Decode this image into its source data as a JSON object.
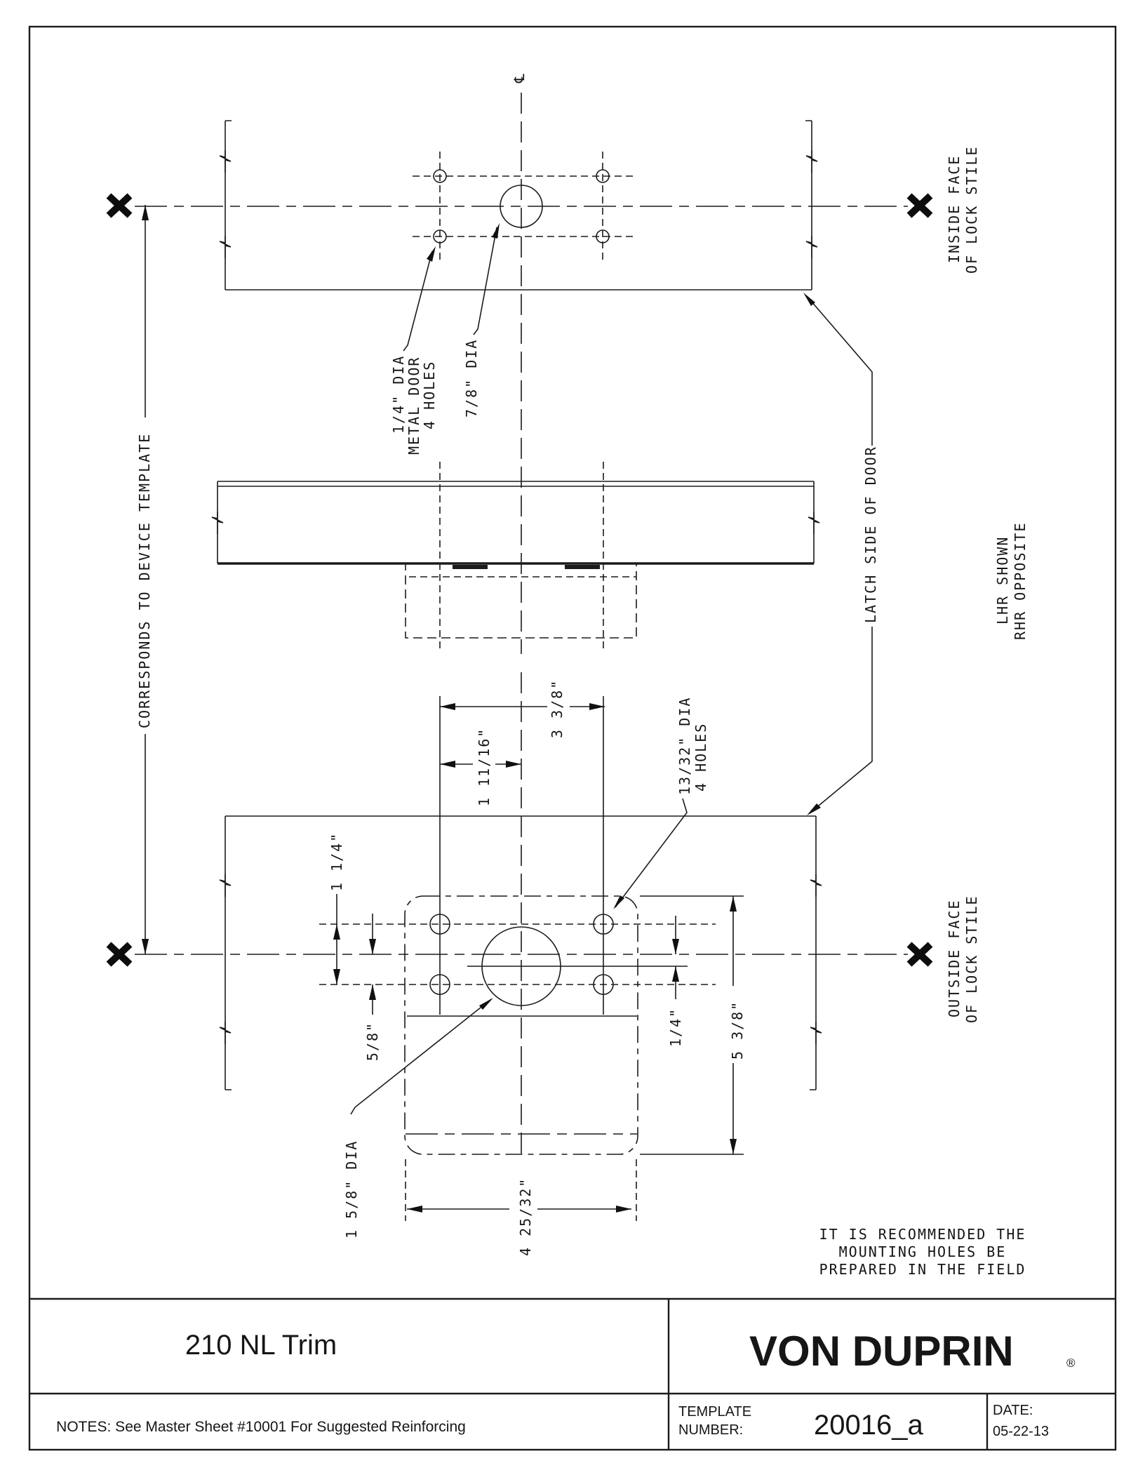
{
  "drawing": {
    "cl_symbol": "℄",
    "labels": {
      "corresponds": "CORRESPONDS TO DEVICE TEMPLATE",
      "quarter_dia_line1": "1/4\" DIA",
      "quarter_dia_line2": "METAL DOOR",
      "quarter_dia_line3": "4 HOLES",
      "seven_eighths_dia": "7/8\" DIA",
      "inside_face_line1": "INSIDE FACE",
      "inside_face_line2": "OF LOCK STILE",
      "outside_face_line1": "OUTSIDE FACE",
      "outside_face_line2": "OF LOCK STILE",
      "latch_side": "LATCH SIDE OF DOOR",
      "handing_line1": "LHR SHOWN",
      "handing_line2": "RHR OPPOSITE",
      "hole_callout_line1": "13/32\" DIA",
      "hole_callout_line2": "4 HOLES",
      "big_hole_dia": "1 5/8\" DIA",
      "field_note_line1": "IT IS RECOMMENDED THE",
      "field_note_line2": "MOUNTING HOLES BE",
      "field_note_line3": "PREPARED IN THE FIELD"
    },
    "dims": {
      "hole_cols_span": "3 3/8\"",
      "hole_col_to_center": "1 11/16\"",
      "hole_rows_span": "1 1/4\"",
      "center_to_row": "5/8\"",
      "center_offset": "1/4\"",
      "plate_height": "5 3/8\"",
      "plate_width": "4 25/32\""
    }
  },
  "title_block": {
    "title": "210 NL Trim",
    "brand": "VON DUPRIN",
    "registered": "®",
    "notes": "NOTES: See Master Sheet #10001 For Suggested Reinforcing",
    "template_label_line1": "TEMPLATE",
    "template_label_line2": "NUMBER:",
    "template_number": "20016_a",
    "date_label": "DATE:",
    "date_value": "05-22-13"
  }
}
